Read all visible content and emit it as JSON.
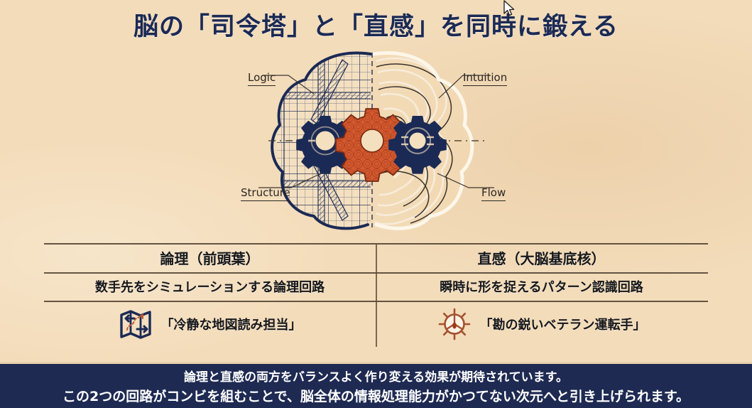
{
  "slide": {
    "title": "脳の「司令塔」と「直感」を同時に鍛える",
    "background": "#f3dcba",
    "accent_navy": "#1b2a55",
    "accent_orange": "#d4592f",
    "banner_bg": "#1e2a52"
  },
  "diagram": {
    "name": "split-brain-gears-diagram",
    "labels": {
      "top_left": "Logic",
      "top_right": "Intuition",
      "bottom_left": "Structure",
      "bottom_right": "Flow"
    },
    "gears": [
      {
        "name": "left-gear",
        "color": "#1b2a55"
      },
      {
        "name": "center-gear",
        "color": "#d4592f"
      },
      {
        "name": "right-gear",
        "color": "#1b2a55"
      }
    ]
  },
  "table": {
    "columns": [
      "論理（前頭葉）",
      "直感（大脳基底核）"
    ],
    "rows": [
      {
        "left": {
          "text": "数手先をシミュレーションする論理回路"
        },
        "right": {
          "text": "瞬時に形を捉えるパターン認識回路"
        }
      },
      {
        "left": {
          "icon": "folded-map-icon",
          "text": "「冷静な地図読み担当」"
        },
        "right": {
          "icon": "ship-wheel-icon",
          "text": "「勘の鋭いベテラン運転手」"
        }
      }
    ]
  },
  "banner": {
    "line1": "論理と直感の両方をバランスよく作り変える効果が期待されています。",
    "line2": "この2つの回路がコンビを組むことで、脳全体の情報処理能力がかつてない次元へと引き上げられます。"
  }
}
